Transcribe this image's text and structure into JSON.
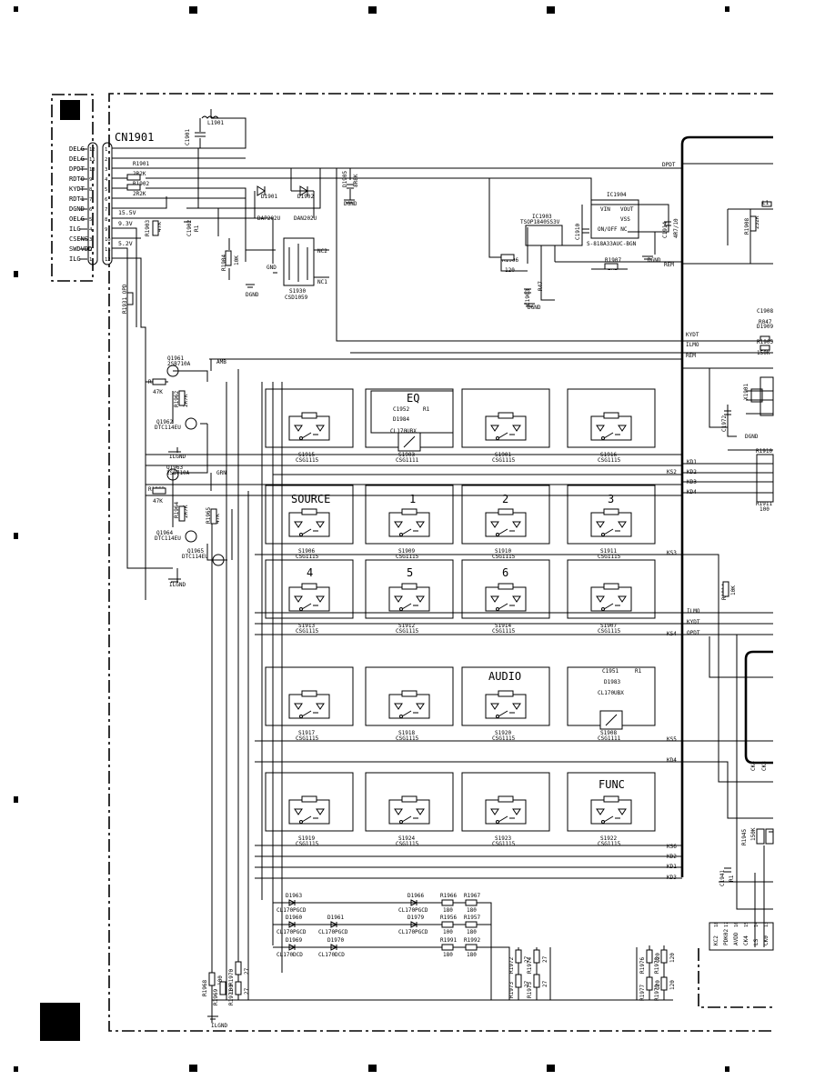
{
  "connector": {
    "ref": "CN1901",
    "pins": [
      {
        "num": "12",
        "name": "DELG",
        "cnum": "1"
      },
      {
        "num": "11",
        "name": "DELG",
        "cnum": "2"
      },
      {
        "num": "10",
        "name": "DPDT",
        "cnum": "3"
      },
      {
        "num": "9",
        "name": "RDTO",
        "cnum": "4"
      },
      {
        "num": "8",
        "name": "KYDT",
        "cnum": "5"
      },
      {
        "num": "7",
        "name": "RDT1",
        "cnum": "6"
      },
      {
        "num": "6",
        "name": "DGND",
        "cnum": "7"
      },
      {
        "num": "5",
        "name": "OELG",
        "cnum": "8"
      },
      {
        "num": "4",
        "name": "ILG",
        "cnum": "9"
      },
      {
        "num": "3",
        "name": "CSENS",
        "cnum": "10"
      },
      {
        "num": "2",
        "name": "SWDVDD",
        "cnum": "11"
      },
      {
        "num": "1",
        "name": "ILG",
        "cnum": "12"
      }
    ],
    "voltages": [
      "15.5V",
      "9.3V",
      "5.2V"
    ]
  },
  "parts": {
    "l1901": "L1901",
    "c1901": "C1901",
    "r1901": "R1901",
    "r1901v": "2R2K",
    "r1902": "R1902",
    "r1902v": "2R2K",
    "r1903": "R1903",
    "r1903v": "47K",
    "c1902": "C1902",
    "c1902v": "R1",
    "r1904": "R1904",
    "r1904v": "10K",
    "d1901": "D1901",
    "d1901p": "DAP202U",
    "d1902": "D1902",
    "d1902p": "DAN202U",
    "s1930": "S1930",
    "s1930p": "CSD1059",
    "nc2": "NC2",
    "nc1": "NC1",
    "gnd": "GND",
    "d1905": "D1905",
    "d1905v": "8R8K",
    "ic1903": "IC1903",
    "ic1903p": "TSOP1840SS3V",
    "r1906": "R1906",
    "r1906v": "120",
    "c1903": "C1903",
    "c1903v": "R47",
    "ic1904": "IC1904",
    "ic1904p": "S-818A33AUC-BGN",
    "vin": "VIN",
    "vout": "VOUT",
    "vss": "VSS",
    "onoff": "ON/OFF  NC",
    "c1910": "C1910",
    "c1914": "C1914",
    "c1914v": "4R7/10",
    "r1907": "R1907",
    "r1907v": "2R2",
    "r1908": "R1908",
    "r1908v": "252K",
    "r1931": "R1931 OPD",
    "q1961": "Q1961",
    "q1961p": "2SB710A",
    "r1961": "R1961",
    "r1961v": "47K",
    "r1962": "R1962",
    "r1962v": "2R7K",
    "q1962": "Q1962",
    "q1962p": "DTC114EU",
    "q1963": "Q1963",
    "q1963p": "2SB710A",
    "r1963": "R1963",
    "r1963v": "47K",
    "r1964": "R1964",
    "r1964v": "2R7K",
    "r1965": "R1965",
    "r1965v": "47K",
    "q1964": "Q1964",
    "q1964p": "DTC114EU",
    "q1965": "Q1965",
    "q1965p": "DTC114EU",
    "r1914": "R1914",
    "r1914v": "10K"
  },
  "nets": {
    "dgnd": "DGND",
    "ilgnd": "ILGND",
    "amb": "AMB",
    "grn": "GRN",
    "dpdt": "DPDT",
    "rem": "REM",
    "kydt": "KYDT",
    "ilmo": "ILMO",
    "ks2": "KS2",
    "ks3": "KS3",
    "ks4": "KS4",
    "ks5": "KS5",
    "ks6": "KS6",
    "kd1": "KD1",
    "kd2": "KD2",
    "kd3": "KD3",
    "kd4": "KD4",
    "ilm": "ILMO",
    "kyd": "KYDT",
    "opdt": "OPDT",
    "kd4b": "KD4",
    "kd2b": "KD2",
    "kd1b": "KD1",
    "kd3b": "KD3"
  },
  "keys": {
    "eq": "EQ",
    "source": "SOURCE",
    "k1": "1",
    "k2": "2",
    "k3": "3",
    "k4": "4",
    "k5": "5",
    "k6": "6",
    "audio": "AUDIO",
    "func": "FUNC"
  },
  "switches": [
    {
      "ref": "S1915",
      "part": "CSG1115"
    },
    {
      "ref": "S1903",
      "part": "CSG1111"
    },
    {
      "ref": "S1901",
      "part": "CSG1115"
    },
    {
      "ref": "S1916",
      "part": "CSG1115"
    },
    {
      "ref": "S1906",
      "part": "CSG1115"
    },
    {
      "ref": "S1909",
      "part": "CSG1115"
    },
    {
      "ref": "S1910",
      "part": "CSG1115"
    },
    {
      "ref": "S1911",
      "part": "CSG1115"
    },
    {
      "ref": "S1913",
      "part": "CSG1115"
    },
    {
      "ref": "S1912",
      "part": "CSG1115"
    },
    {
      "ref": "S1914",
      "part": "CSG1115"
    },
    {
      "ref": "S1907",
      "part": "CSG1115"
    },
    {
      "ref": "S1917",
      "part": "CSG1115"
    },
    {
      "ref": "S1918",
      "part": "CSG1115"
    },
    {
      "ref": "S1920",
      "part": "CSG1115"
    },
    {
      "ref": "S1908",
      "part": "CSG1111"
    },
    {
      "ref": "S1919",
      "part": "CSG1115"
    },
    {
      "ref": "S1924",
      "part": "CSG1115"
    },
    {
      "ref": "S1923",
      "part": "CSG1115"
    },
    {
      "ref": "S1922",
      "part": "CSG1115"
    }
  ],
  "eqled": {
    "c": "C1952",
    "cv": "R1",
    "d": "D1984",
    "dp": "CL170UBX"
  },
  "audled": {
    "c": "C1951",
    "cv": "R1",
    "d": "D1983",
    "dp": "CL170UBX"
  },
  "leds": [
    {
      "ref": "D1963",
      "part": "CL170PGCD"
    },
    {
      "ref": "D1966",
      "part": "CL170PGCD"
    },
    {
      "ref": "D1960",
      "part": "CL170PGCD"
    },
    {
      "ref": "D1961",
      "part": "CL170PGCD"
    },
    {
      "ref": "D1979",
      "part": "CL170PGCD"
    },
    {
      "ref": "D1969",
      "part": "CL170DCD"
    },
    {
      "ref": "D1970",
      "part": "CL170DCD"
    }
  ],
  "lres": [
    {
      "ref": "R1966",
      "v": "180"
    },
    {
      "ref": "R1967",
      "v": "180"
    },
    {
      "ref": "R1956",
      "v": "100"
    },
    {
      "ref": "R1957",
      "v": "180"
    },
    {
      "ref": "R1991",
      "v": "180"
    },
    {
      "ref": "R1992",
      "v": "180"
    }
  ],
  "vres": [
    {
      "ref": "R1968",
      "v": "100"
    },
    {
      "ref": "R1969",
      "v": "100"
    },
    {
      "ref": "R1970",
      "v": "27"
    },
    {
      "ref": "R1971",
      "v": "27"
    },
    {
      "ref": "R1972",
      "v": "27"
    },
    {
      "ref": "R1973",
      "v": "27"
    },
    {
      "ref": "R1974",
      "v": "27"
    },
    {
      "ref": "R1975",
      "v": "27"
    },
    {
      "ref": "R1976",
      "v": "120"
    },
    {
      "ref": "R1977",
      "v": "120"
    },
    {
      "ref": "R1978",
      "v": "120"
    },
    {
      "ref": "R1979",
      "v": "120"
    }
  ],
  "right": {
    "c1908": "C1908",
    "r1947": "R047",
    "d1909": "D1909",
    "r1905": "R1905",
    "r1905v": "150K",
    "x1901": "X1901",
    "c1972": "C1972",
    "dgnd": "DGND",
    "r1910": "R1910",
    "r1911": "R1911",
    "r1911v": "100",
    "l1": "L1",
    "ck4": "CK4",
    "ck3": "CK3",
    "r1945": "R1945",
    "r1945v": "150K",
    "c1941": "C1941",
    "c1941v": "R1",
    "pins": [
      "KC2",
      "PDK02",
      "AVDD",
      "CK4",
      "LS",
      "CK0"
    ],
    "pnums": [
      "18",
      "17",
      "16",
      "15",
      "14",
      "13"
    ]
  }
}
